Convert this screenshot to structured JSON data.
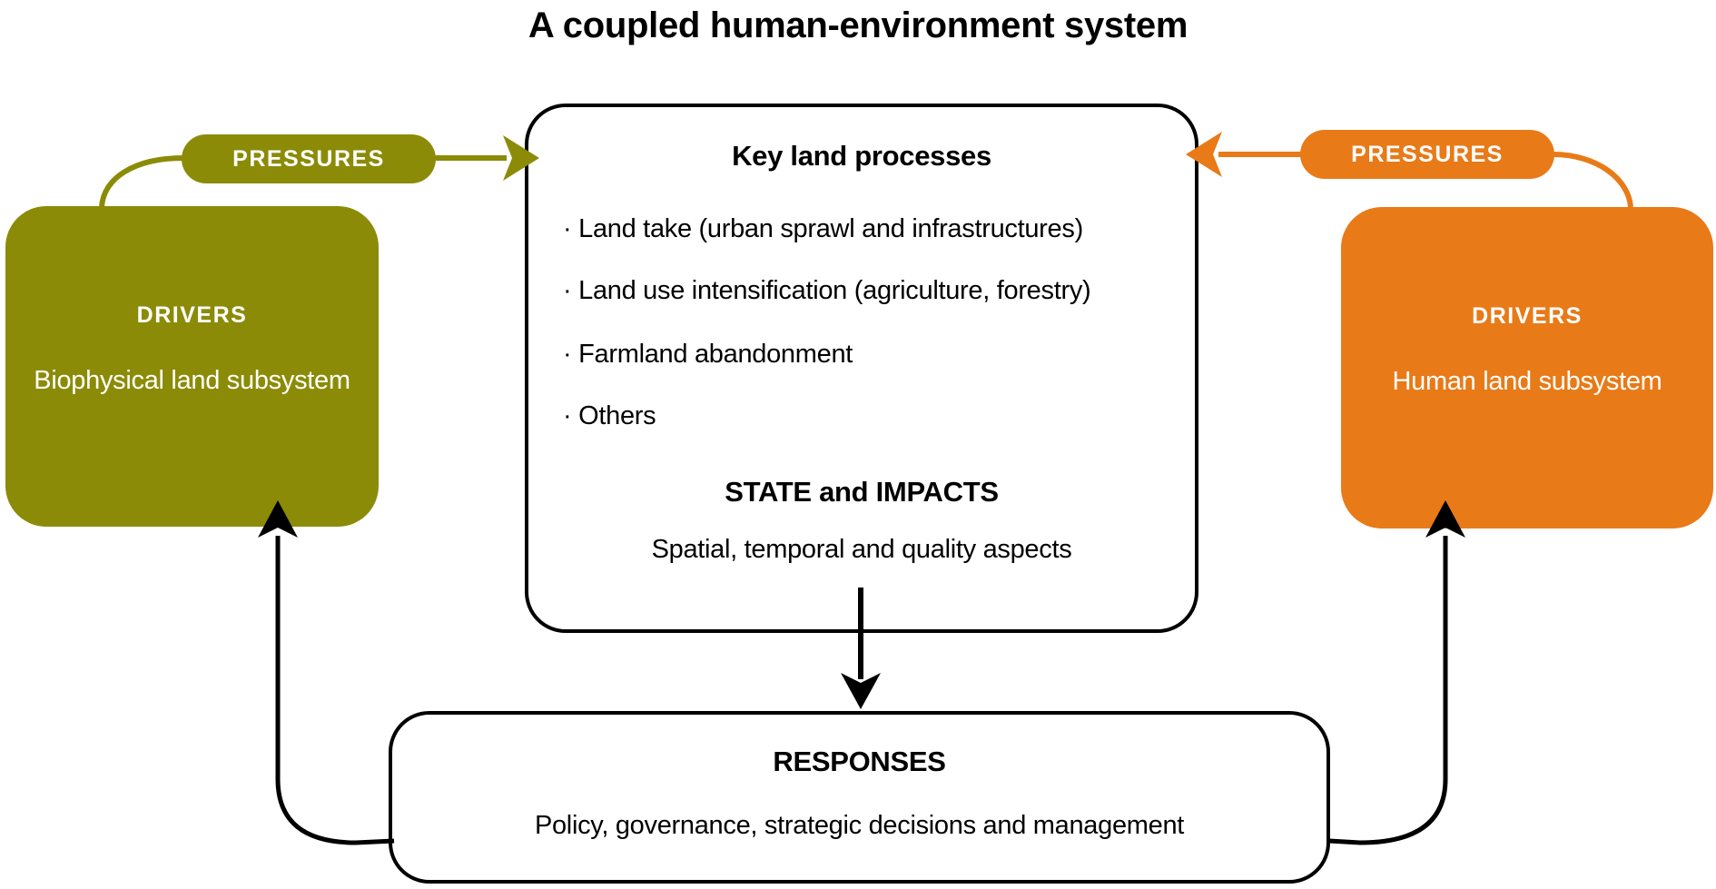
{
  "title": "A coupled human-environment system",
  "colors": {
    "olive": "#8B8B08",
    "orange": "#E87A18"
  },
  "left_system": {
    "pressures_label": "PRESSURES",
    "drivers_label": "DRIVERS",
    "subsystem_label": "Biophysical land subsystem"
  },
  "right_system": {
    "pressures_label": "PRESSURES",
    "drivers_label": "DRIVERS",
    "subsystem_label": "Human land subsystem"
  },
  "center_box": {
    "title": "Key land processes",
    "bullets": [
      "· Land take (urban sprawl and infrastructures)",
      "· Land use intensification (agriculture, forestry)",
      "· Farmland abandonment",
      "· Others"
    ],
    "state_heading": "STATE and IMPACTS",
    "state_text": "Spatial, temporal and quality aspects"
  },
  "responses_box": {
    "title": "RESPONSES",
    "text": "Policy, governance, strategic decisions and management"
  }
}
